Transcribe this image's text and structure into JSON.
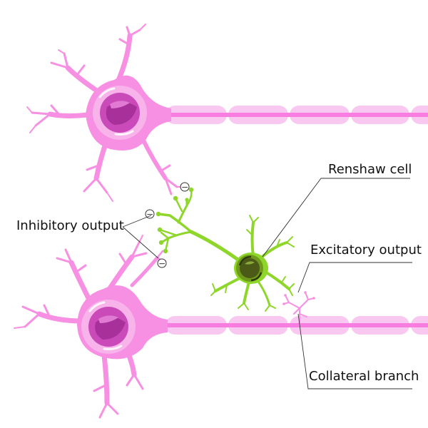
{
  "labels": {
    "renshaw": "Renshaw cell",
    "inhibitory": "Inhibitory output",
    "excitatory": "Excitatory output",
    "collateral": "Collateral branch"
  },
  "symbols": {
    "inhibitory_sign": "−"
  },
  "colors": {
    "motor_neuron": "#f78fe3",
    "myelin": "#f9c8f0",
    "nucleus": "#c94ab8",
    "renshaw_cell": "#8ed629",
    "renshaw_nucleus": "#4b5a17",
    "leader_line": "#333333"
  }
}
